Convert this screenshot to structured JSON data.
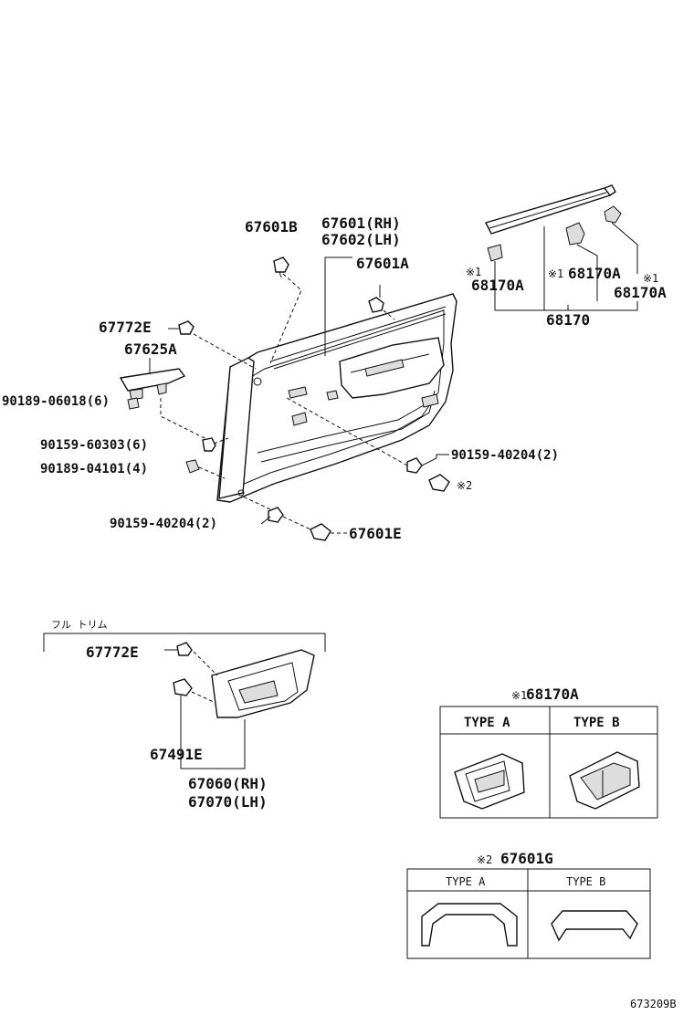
{
  "diagram_id": "673209B",
  "main_assembly": {
    "door_panel_rh": "67601(RH)",
    "door_panel_lh": "67602(LH)",
    "clip_b": "67601B",
    "clip_a": "67601A",
    "screw_e": "67772E",
    "pull_handle": "67625A",
    "screw_06018": "90189-06018(6)",
    "clip_60303": "90159-60303(6)",
    "nut_04101": "90189-04101(4)",
    "clip_40204_right": "90159-40204(2)",
    "note2_marker": "※2",
    "clip_40204_bottom": "90159-40204(2)",
    "cap_e": "67601E"
  },
  "weatherstrip": {
    "mark1_left": "※1",
    "part_left": "68170A",
    "mark1_mid": "※1",
    "part_mid": "68170A",
    "mark1_right": "※1",
    "part_right": "68170A",
    "assembly": "68170"
  },
  "full_trim": {
    "title": "フル トリム",
    "screw_e": "67772E",
    "clip": "67491E",
    "assembly_rh": "67060(RH)",
    "assembly_lh": "67070(LH)"
  },
  "type_box_1": {
    "mark": "※1",
    "part": "68170A",
    "type_a": "TYPE A",
    "type_b": "TYPE B"
  },
  "type_box_2": {
    "mark": "※2",
    "part": "67601G",
    "type_a": "TYPE A",
    "type_b": "TYPE B"
  }
}
